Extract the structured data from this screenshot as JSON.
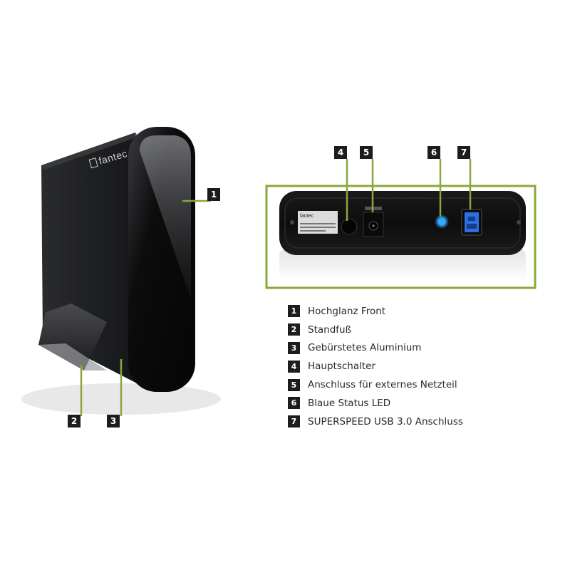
{
  "front_device": {
    "brand_logo_text": "fantec"
  },
  "rear_device": {
    "label_brand_text": "fantec"
  },
  "callouts": {
    "front": [
      {
        "number": "1"
      },
      {
        "number": "2"
      },
      {
        "number": "3"
      }
    ],
    "rear": [
      {
        "number": "4"
      },
      {
        "number": "5"
      },
      {
        "number": "6"
      },
      {
        "number": "7"
      }
    ]
  },
  "legend": [
    {
      "number": "1",
      "text": "Hochglanz Front"
    },
    {
      "number": "2",
      "text": "Standfuß"
    },
    {
      "number": "3",
      "text": "Gebürstetes Aluminium"
    },
    {
      "number": "4",
      "text": "Hauptschalter"
    },
    {
      "number": "5",
      "text": "Anschluss für externes Netzteil"
    },
    {
      "number": "6",
      "text": "Blaue Status LED"
    },
    {
      "number": "7",
      "text": "SUPERSPEED USB 3.0 Anschluss"
    }
  ],
  "colors": {
    "callout_line": "#8aa83a",
    "badge_bg": "#1c1c1c",
    "status_led": "#2fa8ff",
    "usb_port": "#2d6fe0"
  }
}
